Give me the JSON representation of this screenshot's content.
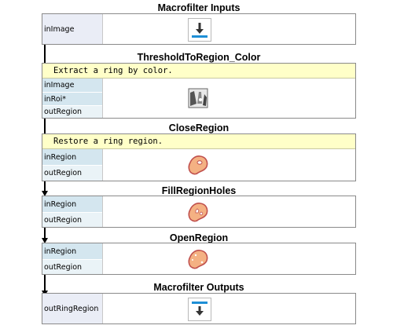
{
  "blocks": {
    "inputs": {
      "title": "Macrofilter Inputs",
      "port": "inImage"
    },
    "threshold": {
      "title": "ThresholdToRegion_Color",
      "comment": "Extract a ring by color.",
      "ports": [
        "inImage",
        "inRoi*",
        "outRegion"
      ]
    },
    "close": {
      "title": "CloseRegion",
      "comment": "Restore a ring region.",
      "ports": [
        "inRegion",
        "outRegion"
      ]
    },
    "fill": {
      "title": "FillRegionHoles",
      "ports": [
        "inRegion",
        "outRegion"
      ]
    },
    "open": {
      "title": "OpenRegion",
      "ports": [
        "inRegion",
        "outRegion"
      ]
    },
    "outputs": {
      "title": "Macrofilter Outputs",
      "port": "outRingRegion"
    }
  },
  "icons": {
    "input": "download-arrow-icon",
    "threshold": "image-threshold-icon",
    "region": "region-blob-icon",
    "output": "output-arrow-icon"
  },
  "colors": {
    "accent": "#1e8fd6",
    "input_port": "#d4e6ef",
    "output_port": "#eaf3f7",
    "comment_bg": "#ffffc8",
    "region_fill": "#f4b183",
    "region_stroke": "#c0504d"
  }
}
